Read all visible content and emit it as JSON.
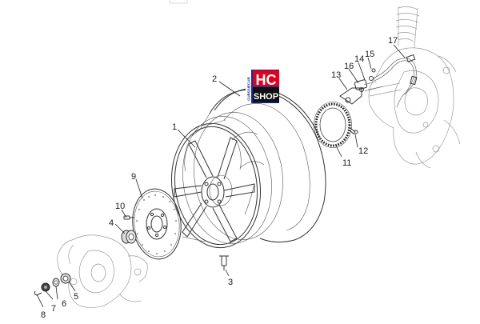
{
  "logo": {
    "main": "HC",
    "sub": "SHOP",
    "side": "CURSSIECAR",
    "colors": {
      "red": "#e3001b",
      "blue": "#1c2f8f",
      "white": "#ffffff",
      "black": "#111111"
    }
  },
  "callouts": [
    {
      "id": "1",
      "label": "1",
      "part": "rim"
    },
    {
      "id": "2",
      "label": "2",
      "part": "tyre"
    },
    {
      "id": "3",
      "label": "3",
      "part": "valve"
    },
    {
      "id": "4",
      "label": "4",
      "part": "spacer"
    },
    {
      "id": "5",
      "label": "5",
      "part": "washer"
    },
    {
      "id": "6",
      "label": "6",
      "part": "washer-small"
    },
    {
      "id": "7",
      "label": "7",
      "part": "nut"
    },
    {
      "id": "8",
      "label": "8",
      "part": "cotter-pin"
    },
    {
      "id": "9",
      "label": "9",
      "part": "brake-disc"
    },
    {
      "id": "10",
      "label": "10",
      "part": "disc-screw"
    },
    {
      "id": "11",
      "label": "11",
      "part": "phonic-wheel"
    },
    {
      "id": "12",
      "label": "12",
      "part": "phonic-wheel-screw"
    },
    {
      "id": "13",
      "label": "13",
      "part": "sensor-bracket"
    },
    {
      "id": "14",
      "label": "14",
      "part": "sensor-screw"
    },
    {
      "id": "15",
      "label": "15",
      "part": "screw"
    },
    {
      "id": "16",
      "label": "16",
      "part": "abs-sensor"
    },
    {
      "id": "17",
      "label": "17",
      "part": "sensor-cable"
    }
  ],
  "icons": {
    "logo": "hc-shop-logo",
    "wheel": "wheel-rim-drawing",
    "tyre": "tyre-drawing",
    "disc": "brake-disc-drawing",
    "tone_ring": "abs-tone-ring-drawing",
    "swingarm": "swingarm-drawing",
    "caliper": "caliper-drawing"
  }
}
